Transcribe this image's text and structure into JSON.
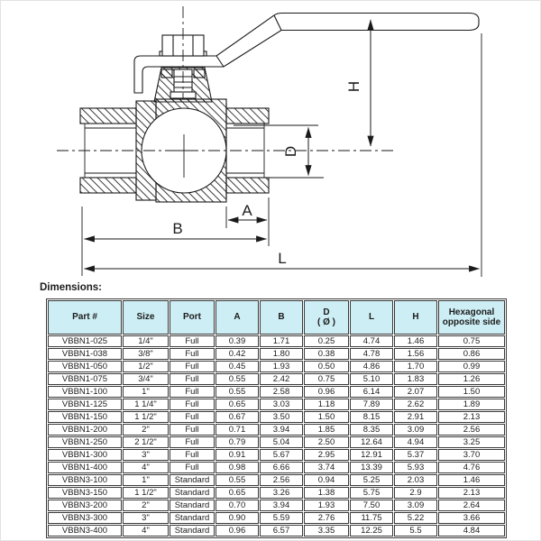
{
  "page": {
    "dimensions_label": "Dimensions:"
  },
  "colors": {
    "page_bg": "#ffffff",
    "line_color": "#1a1a1a",
    "text_color": "#1c1c1c",
    "header_bg": "#cdeef4"
  },
  "diagram": {
    "description": "ball valve cross-section drawing with dimension callouts",
    "dim_labels": {
      "H": "H",
      "D": "D",
      "A": "A",
      "B": "B",
      "L": "L"
    }
  },
  "table": {
    "columns": [
      "Part #",
      "Size",
      "Port",
      "A",
      "B",
      "D\n( Ø )",
      "L",
      "H",
      "Hexagonal opposite side"
    ],
    "rows": [
      [
        "VBBN1-025",
        "1/4\"",
        "Full",
        "0.39",
        "1.71",
        "0.25",
        "4.74",
        "1.46",
        "0.75"
      ],
      [
        "VBBN1-038",
        "3/8\"",
        "Full",
        "0.42",
        "1.80",
        "0.38",
        "4.78",
        "1.56",
        "0.86"
      ],
      [
        "VBBN1-050",
        "1/2\"",
        "Full",
        "0.45",
        "1.93",
        "0.50",
        "4.86",
        "1.70",
        "0.99"
      ],
      [
        "VBBN1-075",
        "3/4\"",
        "Full",
        "0.55",
        "2.42",
        "0.75",
        "5.10",
        "1.83",
        "1.26"
      ],
      [
        "VBBN1-100",
        "1\"",
        "Full",
        "0.55",
        "2.58",
        "0.96",
        "6.14",
        "2.07",
        "1.50"
      ],
      [
        "VBBN1-125",
        "1 1/4\"",
        "Full",
        "0.65",
        "3.03",
        "1.18",
        "7.89",
        "2.62",
        "1.89"
      ],
      [
        "VBBN1-150",
        "1 1/2\"",
        "Full",
        "0.67",
        "3.50",
        "1.50",
        "8.15",
        "2.91",
        "2.13"
      ],
      [
        "VBBN1-200",
        "2\"",
        "Full",
        "0.71",
        "3.94",
        "1.85",
        "8.35",
        "3.09",
        "2.56"
      ],
      [
        "VBBN1-250",
        "2 1/2\"",
        "Full",
        "0.79",
        "5.04",
        "2.50",
        "12.64",
        "4.94",
        "3.25"
      ],
      [
        "VBBN1-300",
        "3\"",
        "Full",
        "0.91",
        "5.67",
        "2.95",
        "12.91",
        "5.37",
        "3.70"
      ],
      [
        "VBBN1-400",
        "4\"",
        "Full",
        "0.98",
        "6.66",
        "3.74",
        "13.39",
        "5.93",
        "4.76"
      ],
      [
        "VBBN3-100",
        "1\"",
        "Standard",
        "0.55",
        "2.56",
        "0.94",
        "5.25",
        "2.03",
        "1.46"
      ],
      [
        "VBBN3-150",
        "1 1/2\"",
        "Standard",
        "0.65",
        "3.26",
        "1.38",
        "5.75",
        "2.9",
        "2.13"
      ],
      [
        "VBBN3-200",
        "2\"",
        "Standard",
        "0.70",
        "3.94",
        "1.93",
        "7.50",
        "3.09",
        "2.64"
      ],
      [
        "VBBN3-300",
        "3\"",
        "Standard",
        "0.90",
        "5.59",
        "2.76",
        "11.75",
        "5.22",
        "3.66"
      ],
      [
        "VBBN3-400",
        "4\"",
        "Standard",
        "0.96",
        "6.57",
        "3.35",
        "12.25",
        "5.5",
        "4.84"
      ]
    ]
  }
}
